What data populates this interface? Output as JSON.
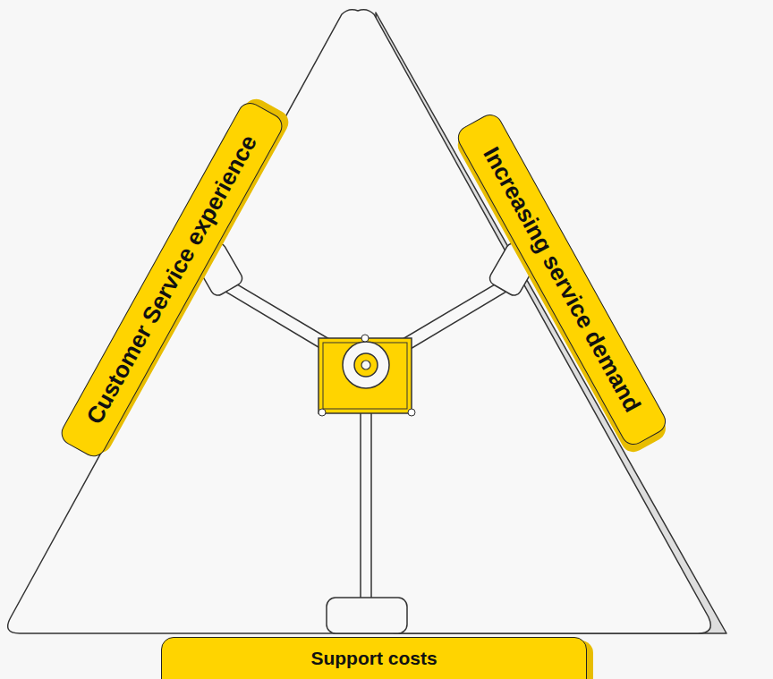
{
  "diagram": {
    "nodes": [
      {
        "text": [
          "Customer Service experience"
        ]
      },
      {
        "text": [
          "Increasing service demand"
        ]
      },
      {
        "text": [
          "Support costs"
        ]
      }
    ]
  }
}
